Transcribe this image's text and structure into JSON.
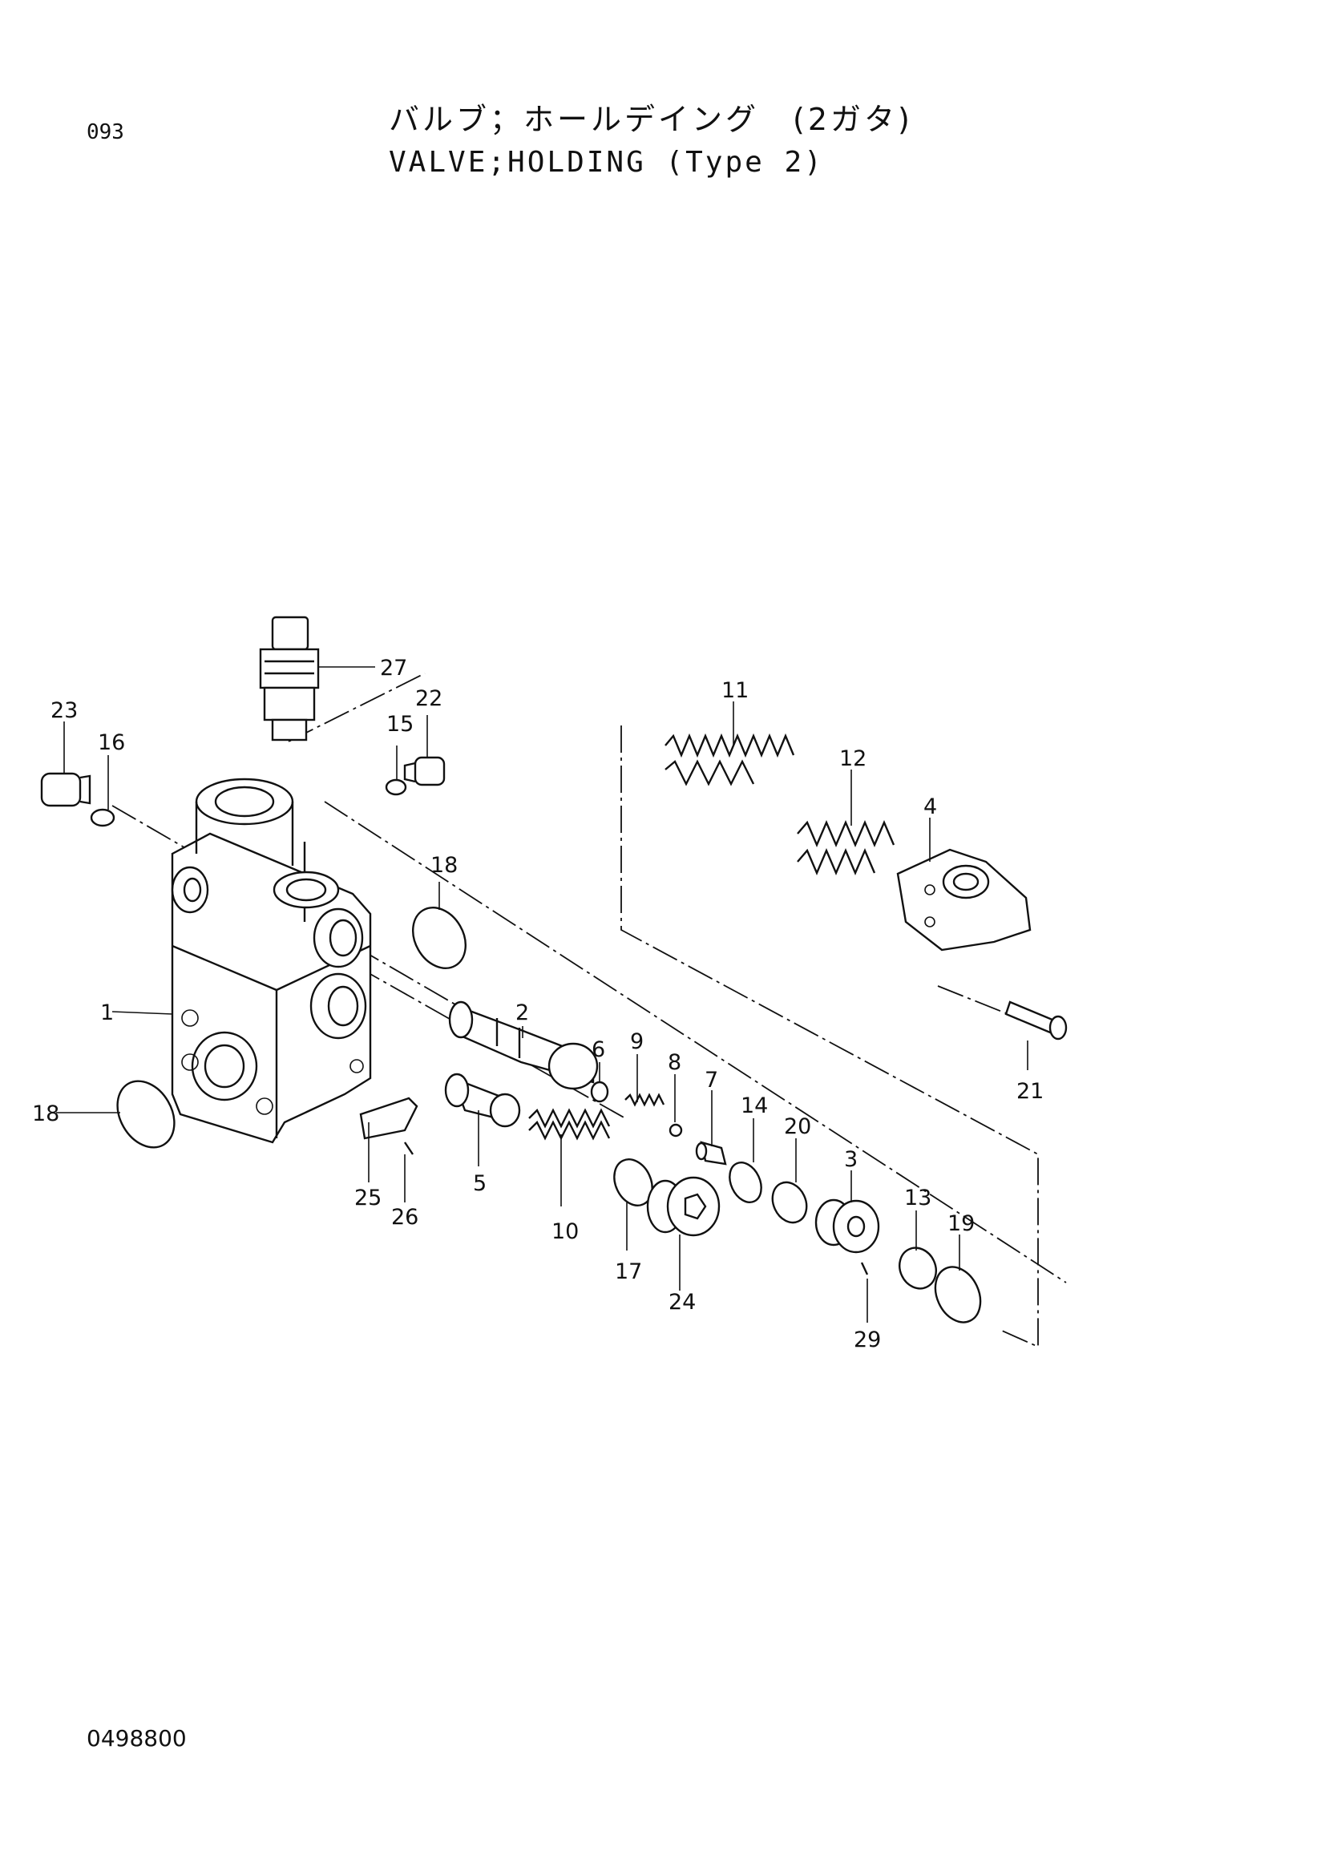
{
  "header": {
    "page_number": "093",
    "title_jp": "バルブ；ホールデイング　(2ガタ)",
    "title_en": "VALVE;HOLDING (Type 2)"
  },
  "footer": {
    "document_number": "0498800"
  },
  "parts": {
    "p1": "1",
    "p2": "2",
    "p3": "3",
    "p4": "4",
    "p5": "5",
    "p6": "6",
    "p7": "7",
    "p8": "8",
    "p9": "9",
    "p10": "10",
    "p11": "11",
    "p12": "12",
    "p13": "13",
    "p14": "14",
    "p15": "15",
    "p16": "16",
    "p17": "17",
    "p18a": "18",
    "p18b": "18",
    "p19": "19",
    "p20": "20",
    "p21": "21",
    "p22": "22",
    "p23": "23",
    "p24": "24",
    "p25": "25",
    "p26": "26",
    "p27": "27",
    "p29": "29"
  }
}
